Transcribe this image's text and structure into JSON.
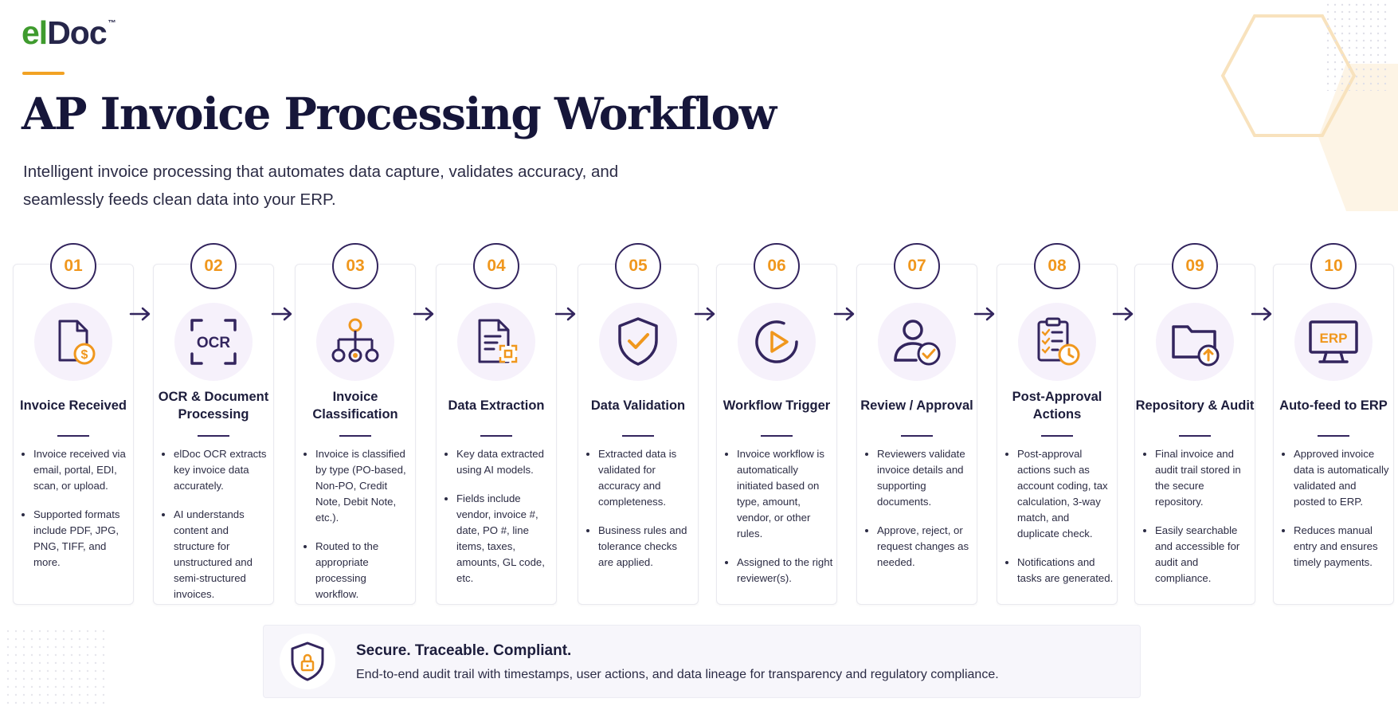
{
  "logo": {
    "el": "el",
    "doc": "Doc",
    "tm": "™"
  },
  "title": "AP Invoice Processing Workflow",
  "subtitle": "Intelligent invoice processing that automates data capture, validates accuracy, and seamlessly feeds clean data into your ERP.",
  "colors": {
    "accent": "#f2a224",
    "navy": "#33255e",
    "green": "#3f9b2e",
    "icon_bg": "#f6f1fb"
  },
  "steps": [
    {
      "num": "01",
      "title": "Invoice Received",
      "icon": "invoice-dollar-icon",
      "bullets": [
        "Invoice received via email, portal, EDI, scan, or upload.",
        "Supported formats include PDF, JPG, PNG, TIFF, and more."
      ]
    },
    {
      "num": "02",
      "title": "OCR & Document Processing",
      "icon": "ocr-scan-icon",
      "icon_text": "OCR",
      "bullets": [
        "elDoc OCR extracts key invoice data accurately.",
        "AI understands content and structure for unstructured and semi-structured invoices."
      ]
    },
    {
      "num": "03",
      "title": "Invoice Classification",
      "icon": "hierarchy-icon",
      "bullets": [
        "Invoice is classified by type (PO-based, Non-PO, Credit Note, Debit Note, etc.).",
        "Routed to the appropriate processing workflow."
      ]
    },
    {
      "num": "04",
      "title": "Data Extraction",
      "icon": "document-extract-icon",
      "bullets": [
        "Key data extracted using AI models.",
        "Fields include vendor, invoice #, date, PO #, line items, taxes, amounts, GL code, etc."
      ]
    },
    {
      "num": "05",
      "title": "Data Validation",
      "icon": "shield-check-icon",
      "bullets": [
        "Extracted data is validated for accuracy and completeness.",
        "Business rules and tolerance checks are applied."
      ]
    },
    {
      "num": "06",
      "title": "Workflow Trigger",
      "icon": "play-circle-icon",
      "bullets": [
        "Invoice workflow is automatically initiated based on type, amount, vendor, or other rules.",
        "Assigned to the right reviewer(s)."
      ]
    },
    {
      "num": "07",
      "title": "Review / Approval",
      "icon": "user-check-icon",
      "bullets": [
        "Reviewers validate invoice details and supporting documents.",
        "Approve, reject, or request changes as needed."
      ]
    },
    {
      "num": "08",
      "title": "Post-Approval Actions",
      "icon": "checklist-clock-icon",
      "bullets": [
        "Post-approval actions such as account coding, tax calculation, 3-way match, and duplicate check.",
        "Notifications and tasks are generated."
      ]
    },
    {
      "num": "09",
      "title": "Repository & Audit",
      "icon": "folder-upload-icon",
      "bullets": [
        "Final invoice and audit trail stored in the secure repository.",
        "Easily searchable and accessible for audit and compliance."
      ]
    },
    {
      "num": "10",
      "title": "Auto-feed to ERP",
      "icon": "erp-monitor-icon",
      "icon_text": "ERP",
      "bullets": [
        "Approved invoice data is automatically validated and posted to ERP.",
        "Reduces manual entry and ensures timely payments."
      ]
    }
  ],
  "banner": {
    "title": "Secure. Traceable. Compliant.",
    "text": "End-to-end audit trail with timestamps, user actions, and data lineage for transparency and regulatory compliance.",
    "icon": "shield-lock-icon"
  }
}
